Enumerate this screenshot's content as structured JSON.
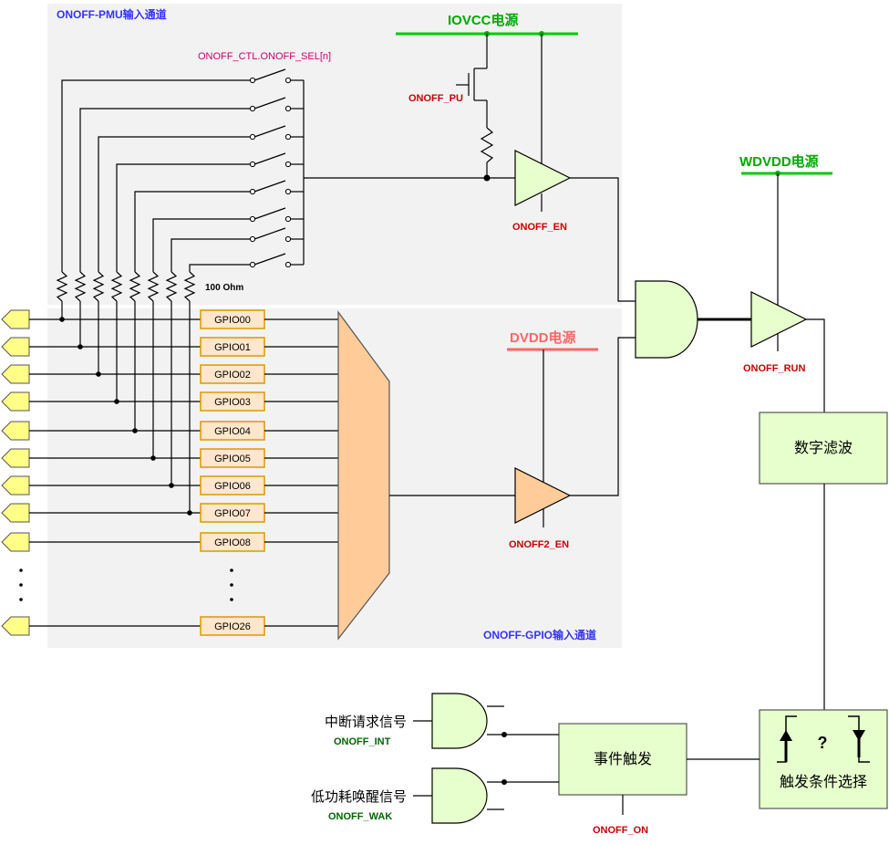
{
  "title_pmu": "ONOFF-PMU输入通道",
  "title_gpio": "ONOFF-GPIO输入通道",
  "iovcc_label": "IOVCC电源",
  "dvdd_label": "DVDD电源",
  "wdvdd_label": "WDVDD电源",
  "ctl_label": "ONOFF_CTL.ONOFF_SEL[n]",
  "pu_label": "ONOFF_PU",
  "en_label": "ONOFF_EN",
  "en2_label": "ONOFF2_EN",
  "run_label": "ONOFF_RUN",
  "ohm_label": "100 Ohm",
  "gpios": [
    "GPIO00",
    "GPIO01",
    "GPIO02",
    "GPIO03",
    "GPIO04",
    "GPIO05",
    "GPIO06",
    "GPIO07",
    "GPIO08",
    "GPIO26"
  ],
  "filter_label": "数字滤波",
  "event_label": "事件触发",
  "trigger_label": "触发条件选择",
  "trigger_q": "?",
  "int_label": "中断请求信号",
  "int_sub": "ONOFF_INT",
  "wak_label": "低功耗唤醒信号",
  "wak_sub": "ONOFF_WAK",
  "on_label": "ONOFF_ON",
  "colors": {
    "blue_title": "#3333ff",
    "green_supply": "#00aa00",
    "red_supply": "#ff6666",
    "dark_red": "#cc0000",
    "green_buffer": "#e6ffcc",
    "orange": "#ffcc99",
    "gpio_box": "#ffe6cc",
    "gpio_border": "#d79b00",
    "pad": "#ffff88",
    "region_bg": "#f2f2f2"
  }
}
